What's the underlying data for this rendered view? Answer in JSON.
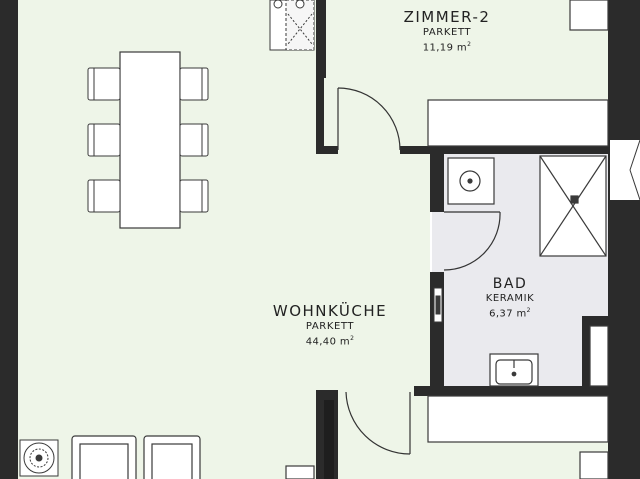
{
  "colors": {
    "floor": "#eef5e8",
    "bath_floor": "#eaeaee",
    "wall": "#2b2b2b",
    "furniture_stroke": "#3a3a3a",
    "furniture_fill": "#ffffff"
  },
  "rooms": {
    "zimmer2": {
      "name": "ZIMMER-2",
      "floor": "PARKETT",
      "area": "11,19 m",
      "unit_sup": "2"
    },
    "bad": {
      "name": "BAD",
      "floor": "KERAMIK",
      "area": "6,37 m",
      "unit_sup": "2"
    },
    "wohnkueche": {
      "name": "WOHNKÜCHE",
      "floor": "PARKETT",
      "area": "44,40 m",
      "unit_sup": "2"
    }
  }
}
